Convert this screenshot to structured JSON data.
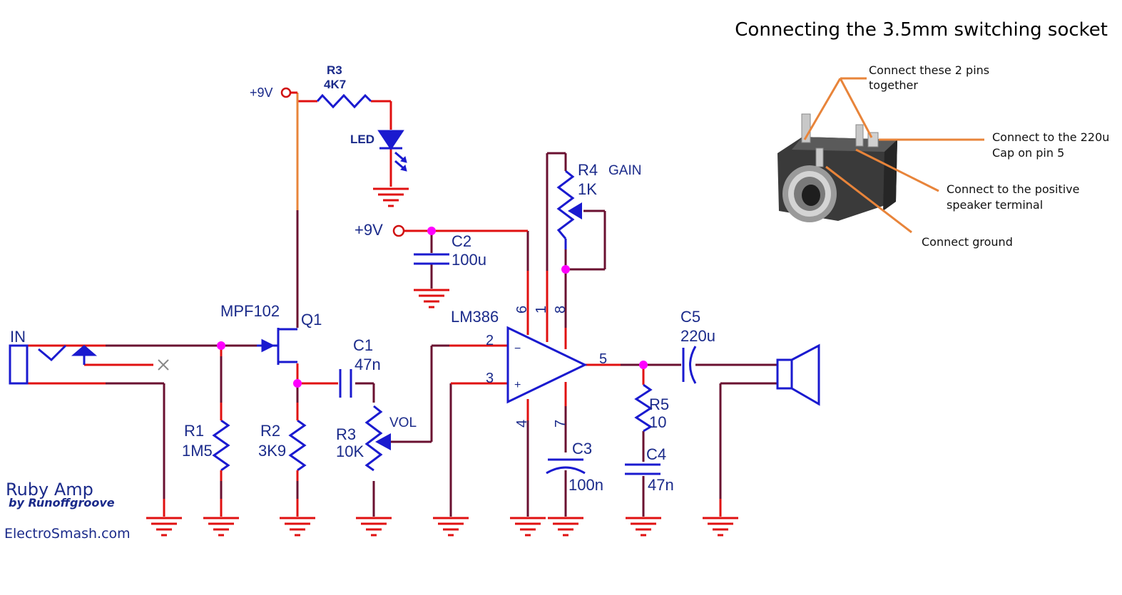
{
  "title": "Connecting the 3.5mm switching socket",
  "brand": {
    "name": "Ruby Amp",
    "by": "by Runoffgroove",
    "site": "ElectroSmash.com"
  },
  "callouts": {
    "pins_together": [
      "Connect these 2 pins",
      "together"
    ],
    "cap_220u": [
      "Connect to the 220u",
      "Cap on pin 5"
    ],
    "speaker_positive": [
      "Connect to the positive",
      "speaker terminal"
    ],
    "ground": "Connect ground"
  },
  "labels": {
    "input": "IN",
    "vcc_top": "+9V",
    "vcc_mid": "+9V",
    "r3_top_name": "R3",
    "r3_top_value": "4K7",
    "led": "LED",
    "q1_part": "MPF102",
    "q1_name": "Q1",
    "r1_name": "R1",
    "r1_value": "1M5",
    "r2_name": "R2",
    "r2_value": "3K9",
    "c1_name": "C1",
    "c1_value": "47n",
    "vol_name": "R3",
    "vol_value": "10K",
    "vol_label": "VOL",
    "c2_name": "C2",
    "c2_value": "100u",
    "ic": "LM386",
    "pin_2": "2",
    "pin_3": "3",
    "pin_6": "6",
    "pin_1": "1",
    "pin_8": "8",
    "pin_4": "4",
    "pin_7": "7",
    "pin_5": "5",
    "opamp_minus": "−",
    "opamp_plus": "+",
    "r4_name": "R4",
    "r4_value": "1K",
    "gain_label": "GAIN",
    "c3_name": "C3",
    "c3_value": "100n",
    "c5_name": "C5",
    "c5_value": "220u",
    "r5_name": "R5",
    "r5_value": "10",
    "c4_name": "C4",
    "c4_value": "47n"
  },
  "colors": {
    "wire_red": "#e01010",
    "wire_dark": "#6a1030",
    "component_blue": "#1a1acf",
    "junction": "#ff00ff",
    "orange": "#e8843a",
    "power_ring": "#d01010"
  }
}
